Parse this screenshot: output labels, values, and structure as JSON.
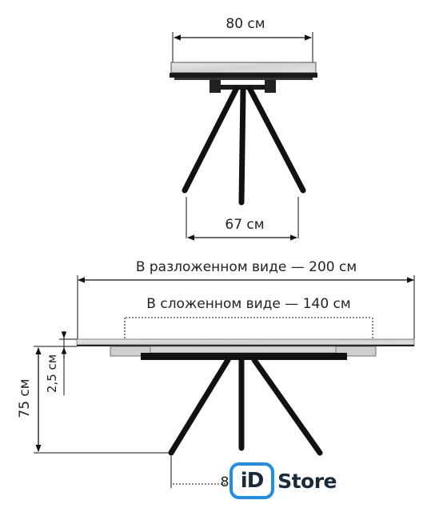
{
  "dimensions": {
    "top_width": "80 см",
    "leg_spread": "67 см",
    "extended_length": "В разложенном виде — 200 см",
    "folded_length": "В сложенном виде — 140 см",
    "table_height": "75 см",
    "top_thickness": "2,5 см",
    "bottom_partial": "8"
  },
  "logo": {
    "badge": "iD",
    "word": "Store"
  },
  "colors": {
    "line": "#111111",
    "tabletop": "#d9d9d9",
    "logo_blue": "#1e8ee8",
    "logo_dark": "#1b2a3a"
  }
}
